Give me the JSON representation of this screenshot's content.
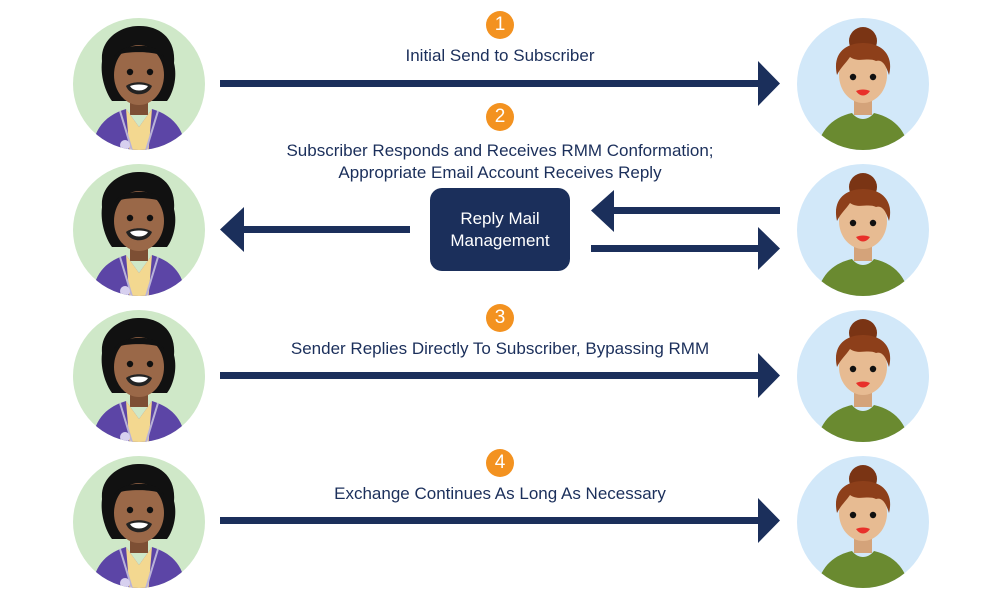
{
  "colors": {
    "navy": "#1b2f5b",
    "badge_orange": "#f39220",
    "sender_bg": "#cfe8c8",
    "subscriber_bg": "#d2e8f9"
  },
  "actors": {
    "sender": {
      "name": "sender-avatar",
      "icon": "man-with-purple-hoodie"
    },
    "subscriber": {
      "name": "subscriber-avatar",
      "icon": "woman-with-hair-bun"
    }
  },
  "steps": [
    {
      "number": "1",
      "label": "Initial Send to Subscriber",
      "direction": "sender-to-subscriber"
    },
    {
      "number": "2",
      "label_line1": "Subscriber Responds and Receives RMM Conformation;",
      "label_line2": "Appropriate Email Account Receives Reply",
      "direction": "via-rmm"
    },
    {
      "number": "3",
      "label": "Sender Replies Directly To Subscriber, Bypassing RMM",
      "direction": "sender-to-subscriber"
    },
    {
      "number": "4",
      "label": "Exchange Continues As Long As Necessary",
      "direction": "sender-to-subscriber"
    }
  ],
  "rmm": {
    "line1": "Reply Mail",
    "line2": "Management"
  }
}
